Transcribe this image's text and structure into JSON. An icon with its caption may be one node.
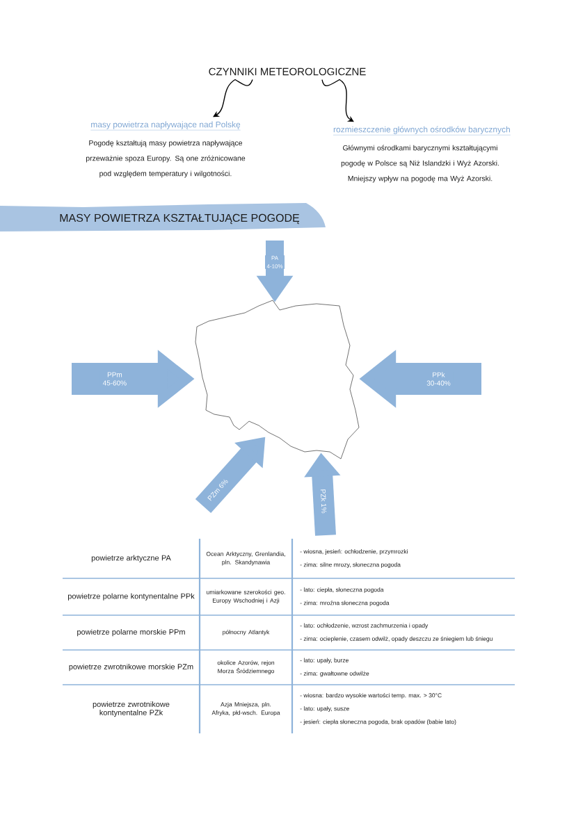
{
  "diagram": {
    "nodes": [
      {
        "text": [
          "CZYNNIKI METEOROLOGICZNE"
        ]
      },
      {
        "text": [
          "masy powietrza napływające nad Polskę",
          "Pogodę kształtują masy powietrza napływające przeważnie spoza Europy. Są one zróżnicowane pod względem temperatury i wilgotności."
        ]
      },
      {
        "text": [
          "rozmieszczenie głównych ośrodków barycznych",
          "Głównymi ośrodkami barycznymi kształtującymi pogodę w Polsce są Niż Islandzki i Wyż Azorski. Mniejszy wpływ na pogodę ma Wyż Azorski."
        ]
      },
      {
        "text": [
          "MASY POWIETRZA KSZTAŁTUJĄCE POGODĘ"
        ]
      },
      {
        "text": [],
        "shape": "picture"
      }
    ],
    "edges": [
      {
        "from": 0,
        "to": 1,
        "arrow": "to",
        "color": "#000000"
      },
      {
        "from": 0,
        "to": 2,
        "arrow": "to",
        "color": "#000000"
      },
      {
        "from": null,
        "to": 4,
        "arrow": "to",
        "label": "PA 4-10%"
      },
      {
        "from": null,
        "to": 4,
        "arrow": "to",
        "label": "PPm 45-60%"
      },
      {
        "from": null,
        "to": 4,
        "arrow": "to",
        "label": "PPk 30-40%"
      },
      {
        "from": null,
        "to": 4,
        "arrow": "to",
        "label": "PZm 6%"
      },
      {
        "from": null,
        "to": 4,
        "arrow": "to",
        "label": "PZk 1%"
      }
    ],
    "labels": [
      "powietrze arktyczne PA",
      "Ocean Arktyczny, Grenlandia, pln. Skandynawia",
      "- wiosna, jesień: ochłodzenie, przymrozki",
      "- zima: silne mrozy, słoneczna pogoda",
      "powietrze polarne kontynentalne PPk",
      "umiarkowane szerokości geo. Europy Wschodniej i Azji",
      "- lato: ciepła, słoneczna pogoda",
      "- zima: mroźna słoneczna pogoda",
      "powietrze polarne morskie PPm",
      "północny Atlantyk",
      "- lato: ochłodzenie, wzrost zachmurzenia i opady",
      "- zima: ocieplenie, czasem odwilż, opady deszczu ze śniegiem lub śniegu",
      "powietrze zwrotnikowe morskie PZm",
      "okolice Azorów, rejon Morza Śródziemnego",
      "- lato: upały, burze",
      "- zima: gwałtowne odwilże",
      "powietrze zwrotnikowe kontynentalne PZk",
      "Azja Mniejsza, pln. Afryka, płd-wsch. Europa",
      "- wiosna: bardzo wysokie wartości temp. max. > 30°C",
      "- lato: upały, susze",
      "- jesień: ciepła słoneczna pogoda, brak opadów (babie lato)"
    ]
  }
}
